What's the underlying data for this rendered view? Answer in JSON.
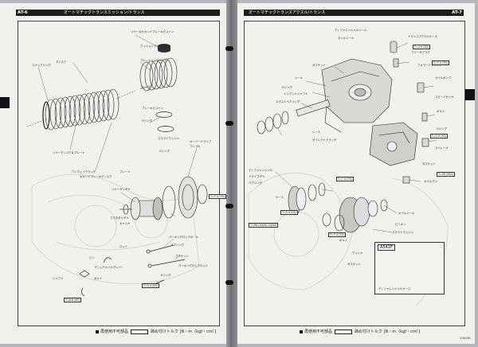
{
  "left_page": {
    "page_number": "AT-6",
    "header_title": "オートマチックトランスミッション/トランス",
    "callouts": [
      "リヤー＆セカンドブレーキピストン",
      "クッションプレート",
      "プレッシャープレート",
      "ディスク",
      "プレート",
      "スナップリング",
      "リヤーディスク＆プレート",
      "ブレーキピストン",
      "Oリング",
      "ワンウェイクラッチ",
      "セカンドブレーキディスク",
      "プレート",
      "スラストワッシャ",
      "リヤーサンギヤ",
      "Oリング",
      "プラネタリギヤ",
      "キャリヤ",
      "オーバードライブ",
      "ブレーキ",
      "パーキングロックポール",
      "スプリング",
      "ピン",
      "ロッド",
      "ブラケット",
      "マニュアルバルブレバー",
      "パーキングロックロッド",
      "Eリング",
      "ボルト",
      "シャフト"
    ],
    "torque_labels": [
      "T=7.4 (75)",
      "T=5.4 (55)",
      "T=6.6 (65)"
    ],
    "legend": {
      "reuse_text": "再使用不可部品",
      "torque_text": "締め付けトルク [N・m（kgf・cm）]"
    }
  },
  "right_page": {
    "page_number": "AT-7",
    "header_title": "オートマチックトランスアクスル/トランス",
    "callouts": [
      "ディファレンシャルシール",
      "オイルシール",
      "トランスアクスルケース",
      "ブリーザプラグ",
      "ガスケット",
      "シール",
      "Oリング",
      "インプットシャフト",
      "スラストベアリング",
      "レース",
      "ダイレクトクラッチ",
      "フォワードクラッチ",
      "オイルポンプ",
      "スピードセンサ",
      "ボルト",
      "Oリング",
      "ストレーナ",
      "ガスケット",
      "オイルパン",
      "ディファレンシャル",
      "ドライブギヤ",
      "ベアリング",
      "ケース",
      "オイルシール",
      "ピニオン",
      "スラストワッシャ",
      "ボルト",
      "ワッシャ",
      "ガスケット"
    ],
    "torque_labels": [
      "T=4.9 (50)",
      "T=7.4 (75)",
      "T=2.9 (30)",
      "T=29 (300)",
      "T=7.4 (75)",
      "T=5.4 (55)",
      "T=7.4 (75)",
      "T=98 (1000) (1000)"
    ],
    "inset": {
      "title": "A541F",
      "caption": "ディファレンシャルケース"
    },
    "legend": {
      "reuse_text": "再使用不可部品",
      "torque_text": "締め付けトルク [N・m（kgf・cm）]",
      "footnote": "2304M"
    }
  }
}
